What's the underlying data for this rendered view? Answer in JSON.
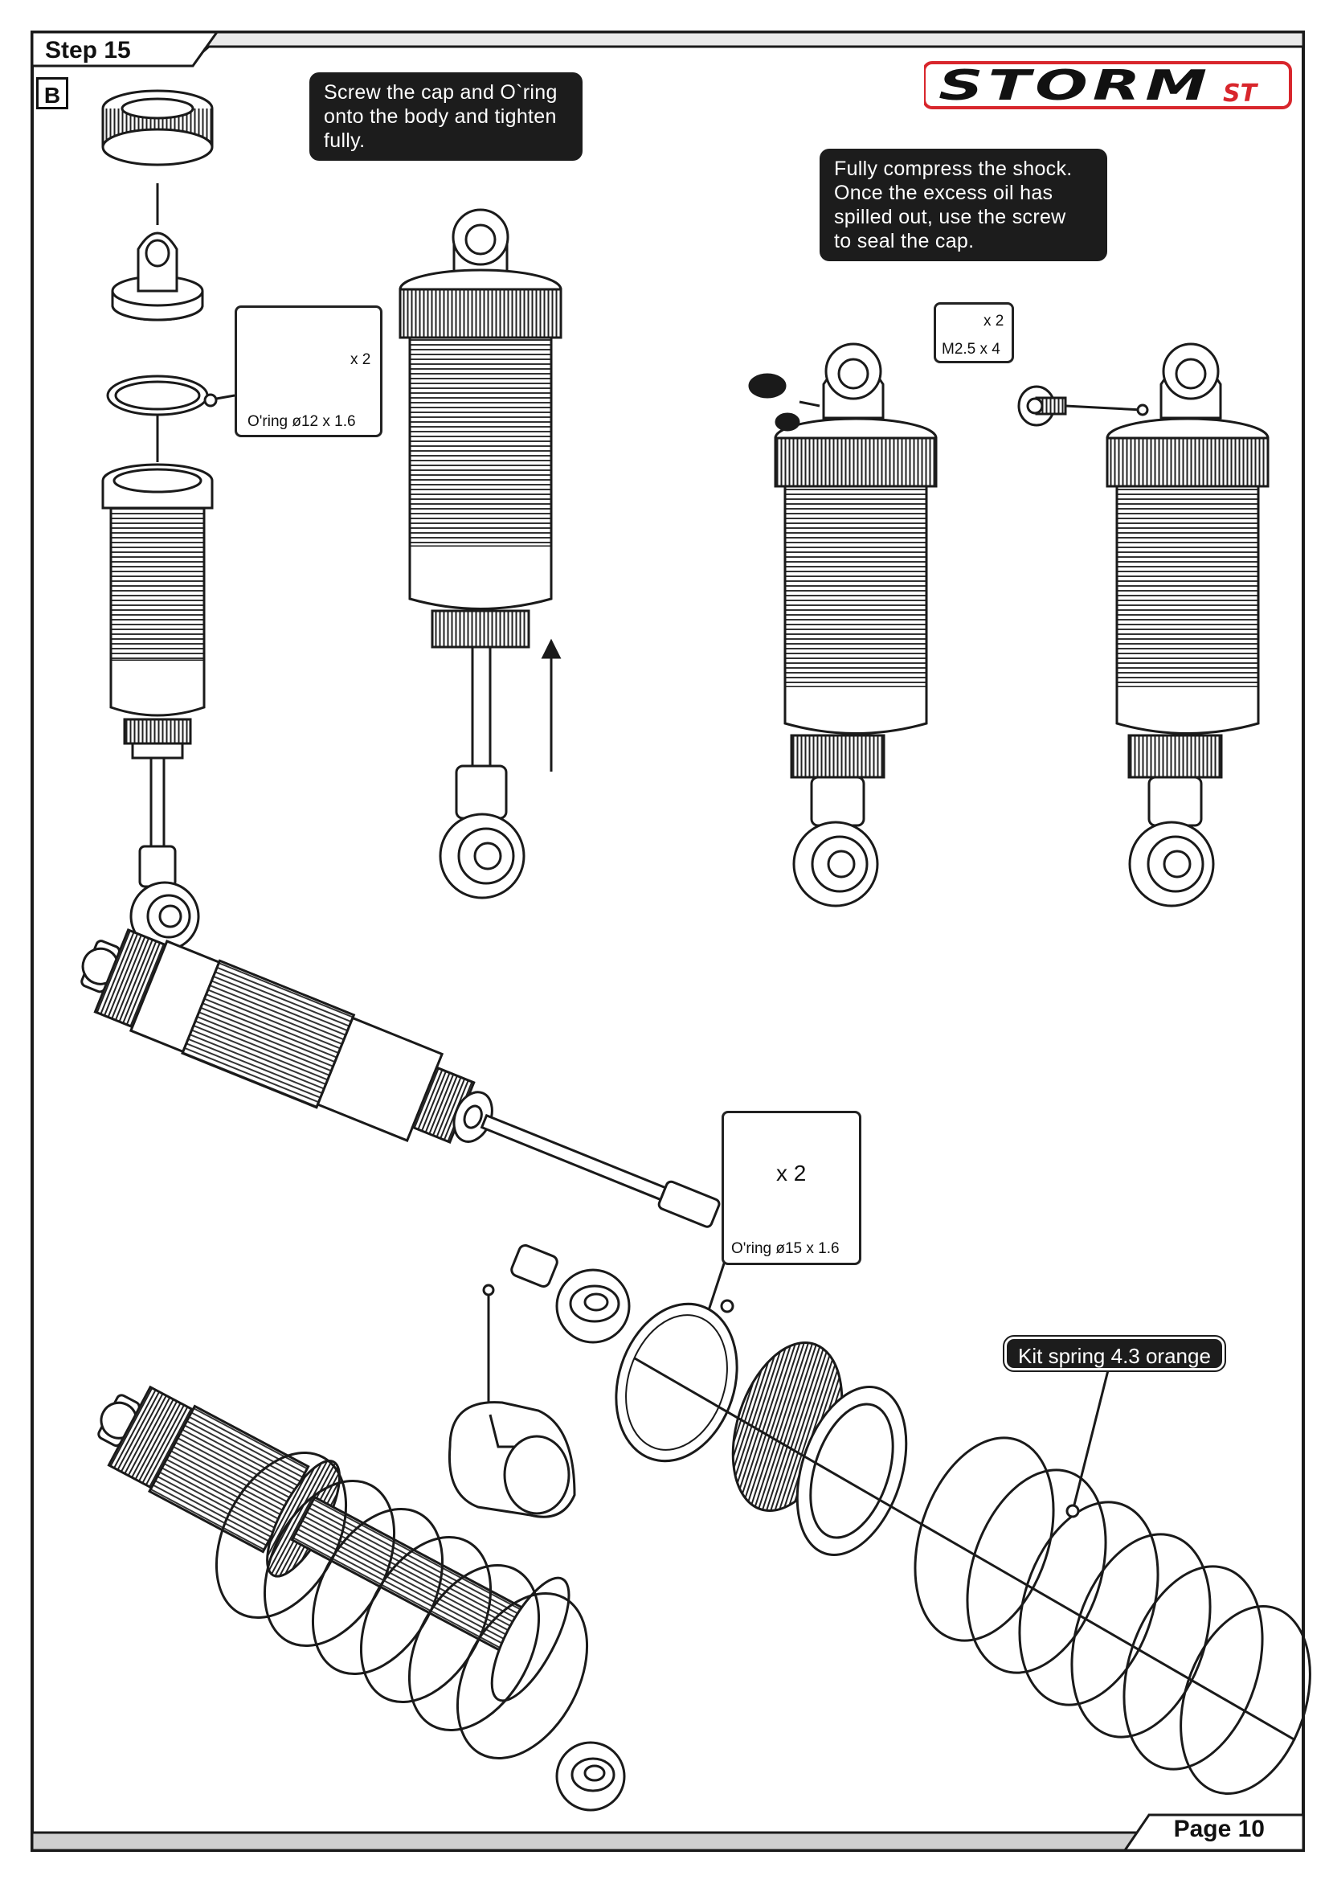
{
  "header": {
    "step_label": "Step 15",
    "sub_step": "B"
  },
  "brand": {
    "logo_text": "STORM",
    "logo_suffix": "ST",
    "accent_color": "#d8262c"
  },
  "callouts": {
    "screw_cap": [
      "Screw the cap and O`ring",
      "onto the body and tighten",
      "fully."
    ],
    "compress": [
      "Fully compress the shock.",
      "Once the excess oil has",
      "spilled out, use the screw",
      "to seal the cap."
    ],
    "kit_spring": "Kit spring 4.3 orange"
  },
  "parts": {
    "oring_small": {
      "qty": "x 2",
      "label": "O'ring ø12 x 1.6"
    },
    "screw": {
      "qty": "x 2",
      "label": "M2.5 x 4"
    },
    "oring_large": {
      "qty": "x 2",
      "label": "O'ring ø15 x 1.6"
    }
  },
  "footer": {
    "page_label": "Page 10"
  }
}
